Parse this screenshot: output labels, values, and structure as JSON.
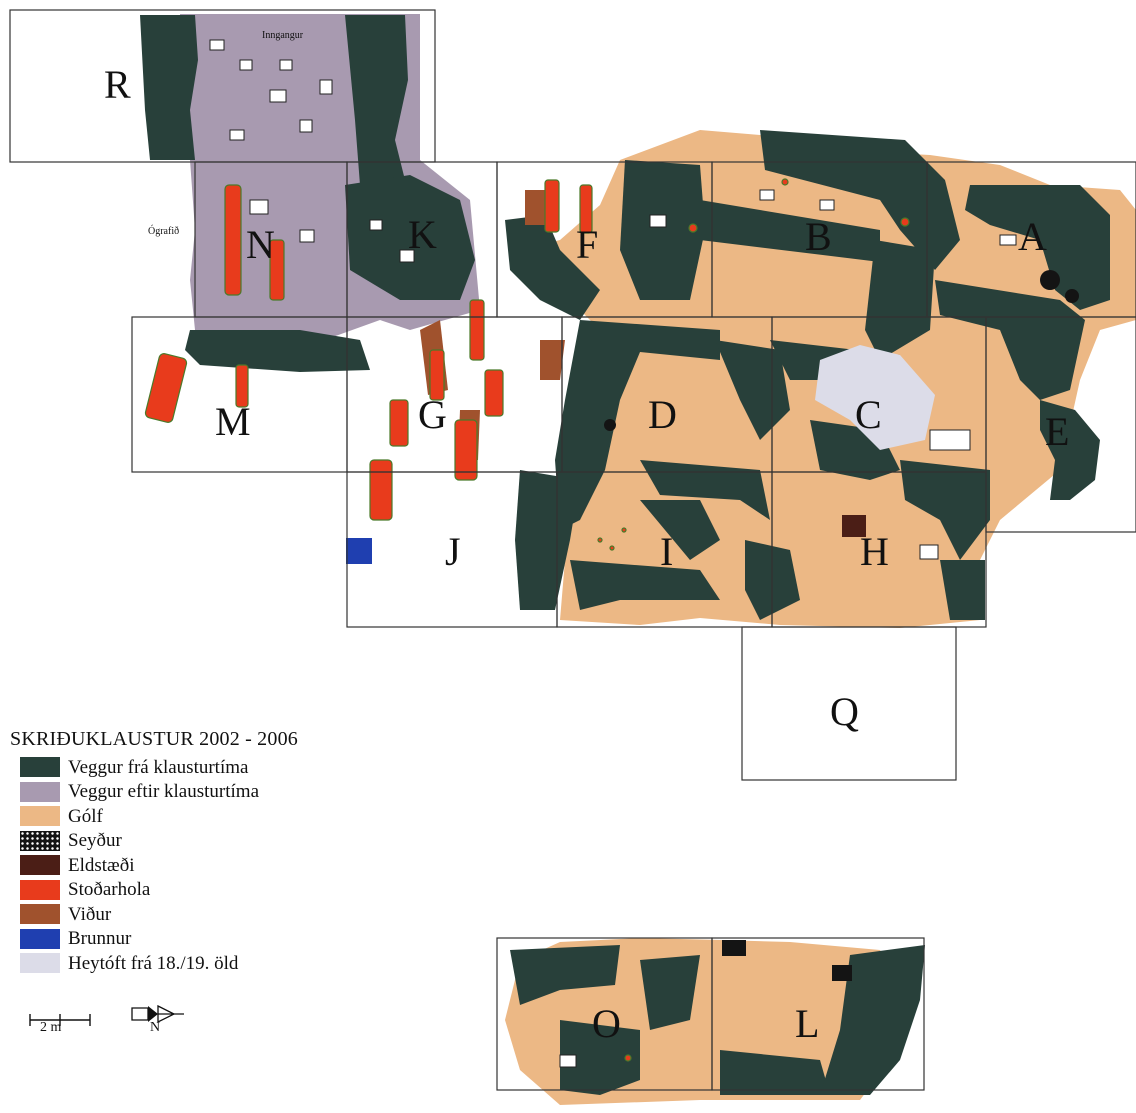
{
  "colors": {
    "wall_monastic": "#28403a",
    "wall_post_monastic": "#a89ab0",
    "floor": "#ecb885",
    "seydur": "#141414",
    "hearth": "#4b1e16",
    "posthole": "#e83b1c",
    "wood": "#a0522d",
    "well": "#1f3fb0",
    "hayloft": "#dcdce8"
  },
  "areas": {
    "R": "R",
    "N": "N",
    "K": "K",
    "F": "F",
    "B": "B",
    "A": "A",
    "M": "M",
    "G": "G",
    "D": "D",
    "C": "C",
    "E": "E",
    "J": "J",
    "I": "I",
    "H": "H",
    "Q": "Q",
    "O": "O",
    "L": "L"
  },
  "labels": {
    "inngangur": "Inngangur",
    "ografid": "Ógrafið"
  },
  "legend": {
    "title": "SKRIÐUKLAUSTUR 2002 - 2006",
    "items": [
      {
        "label": "Veggur frá klausturtíma",
        "color": "#28403a",
        "pattern": "solid"
      },
      {
        "label": "Veggur eftir klausturtíma",
        "color": "#a89ab0",
        "pattern": "solid"
      },
      {
        "label": "Gólf",
        "color": "#ecb885",
        "pattern": "solid"
      },
      {
        "label": "Seyður",
        "color": "#141414",
        "pattern": "speckle"
      },
      {
        "label": "Eldstæði",
        "color": "#4b1e16",
        "pattern": "solid"
      },
      {
        "label": "Stoðarhola",
        "color": "#e83b1c",
        "pattern": "solid"
      },
      {
        "label": "Viður",
        "color": "#a0522d",
        "pattern": "solid"
      },
      {
        "label": "Brunnur",
        "color": "#1f3fb0",
        "pattern": "solid"
      },
      {
        "label": "Heytóft frá 18./19. öld",
        "color": "#dcdce8",
        "pattern": "solid"
      }
    ]
  },
  "scale": {
    "label": "2 m"
  },
  "north": {
    "label": "N"
  }
}
